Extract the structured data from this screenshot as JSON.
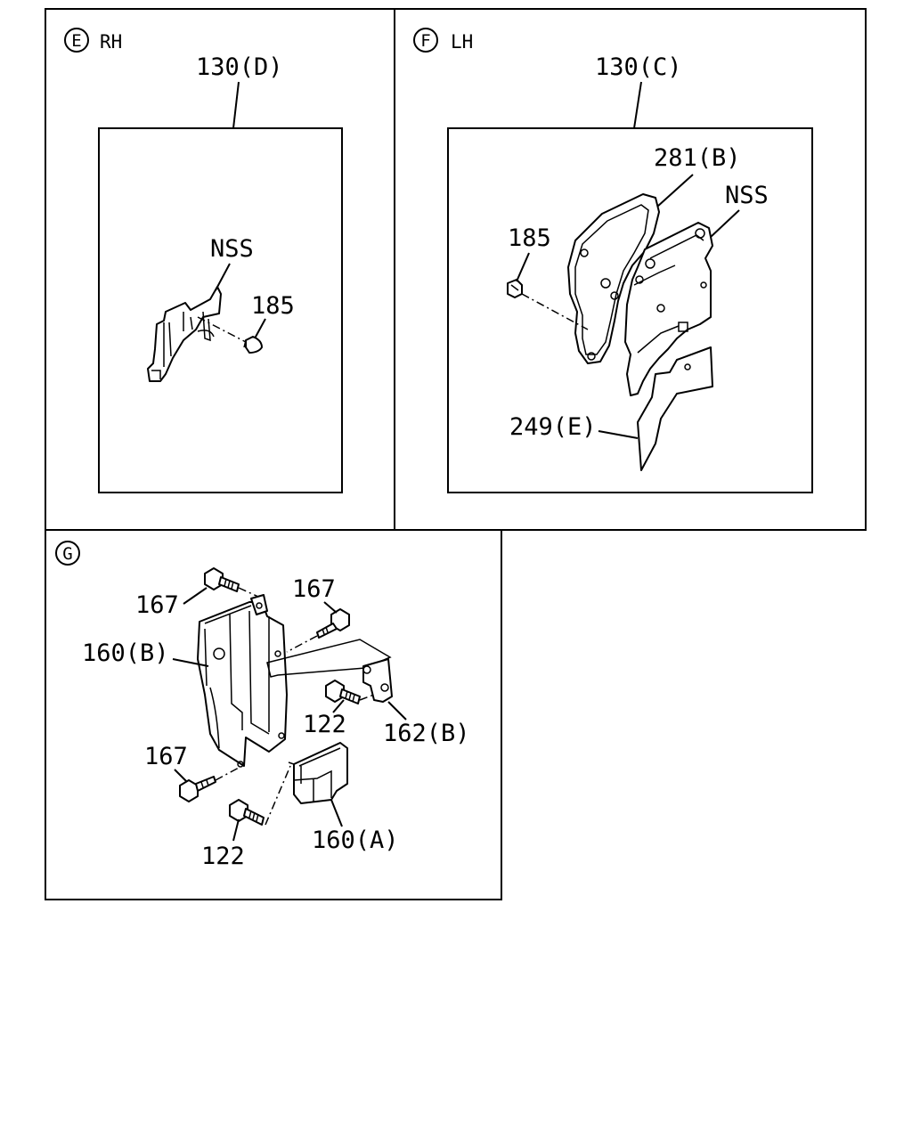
{
  "panels": {
    "e": {
      "marker": "E",
      "side": "RH",
      "main_part": "130(D)",
      "labels": {
        "nss": "NSS",
        "clip": "185"
      }
    },
    "f": {
      "marker": "F",
      "side": "LH",
      "main_part": "130(C)",
      "labels": {
        "gasket": "281(B)",
        "nss": "NSS",
        "clip": "185",
        "cover": "249(E)"
      }
    },
    "g": {
      "marker": "G",
      "labels": {
        "bolt_top_left": "167",
        "bolt_top_right": "167",
        "bracket_b": "160(B)",
        "bolt_middle": "122",
        "bracket_162b": "162(B)",
        "bolt_lower_left": "167",
        "bolt_bottom": "122",
        "bracket_a": "160(A)"
      }
    }
  }
}
